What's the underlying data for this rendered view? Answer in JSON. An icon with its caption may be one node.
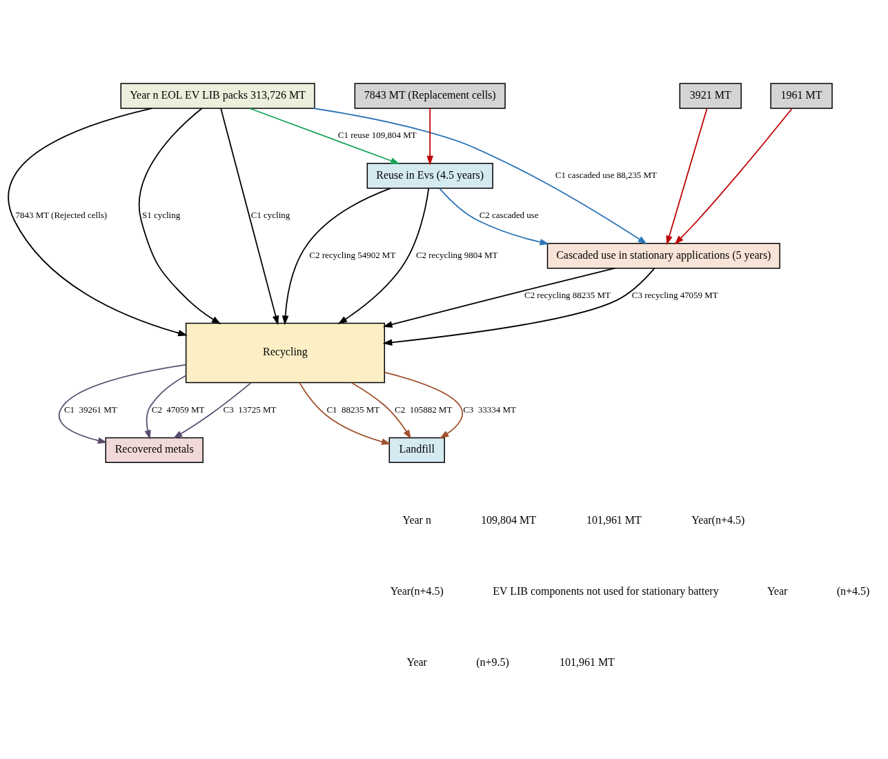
{
  "diagram": {
    "nodes": [
      {
        "text": [
          "Year n EOL EV LIB packs 313,726 MT"
        ]
      },
      {
        "text": [
          "7843 MT (Replacement cells)"
        ]
      },
      {
        "text": [
          "3921 MT"
        ]
      },
      {
        "text": [
          "1961 MT"
        ]
      },
      {
        "text": [
          "Reuse in Evs (4.5 years)"
        ]
      },
      {
        "text": [
          "Cascaded use in stationary applications (5 years)"
        ]
      },
      {
        "text": [
          "Recycling"
        ]
      },
      {
        "text": [
          "Recovered metals"
        ]
      },
      {
        "text": [
          "Landfill"
        ]
      }
    ],
    "edges": [
      {
        "from": 0,
        "to": 4,
        "arrow": "to",
        "label": "C1 reuse 109,804 MT",
        "color": "#1aa55a"
      },
      {
        "from": 1,
        "to": 4,
        "arrow": "to",
        "color": "#c00000"
      },
      {
        "from": 0,
        "to": 5,
        "arrow": "to",
        "label": "C1 cascaded use 88,235 MT",
        "color": "#2e75b6"
      },
      {
        "from": 2,
        "to": 5,
        "arrow": "to",
        "color": "#c00000"
      },
      {
        "from": 3,
        "to": 5,
        "arrow": "to",
        "color": "#c00000"
      },
      {
        "from": 4,
        "to": 5,
        "arrow": "to",
        "label": "C2 cascaded use",
        "color": "#2e75b6"
      },
      {
        "from": 4,
        "to": 6,
        "arrow": "to",
        "label": "C2 recycling 54902 MT"
      },
      {
        "from": 4,
        "to": 6,
        "arrow": "to",
        "label": "C2 recycling 9804 MT"
      },
      {
        "from": 5,
        "to": 6,
        "arrow": "to",
        "label": "C2 recycling 88235 MT"
      },
      {
        "from": 5,
        "to": 6,
        "arrow": "to",
        "label": "C3 recycling 47059 MT"
      },
      {
        "from": 0,
        "to": 6,
        "arrow": "to",
        "label": "7843 MT (Rejected cells)"
      },
      {
        "from": 0,
        "to": 6,
        "arrow": "to",
        "label": "S1 cycling"
      },
      {
        "from": 0,
        "to": 6,
        "arrow": "to",
        "label": "C1 cycling"
      },
      {
        "from": 6,
        "to": 7,
        "arrow": "to",
        "label": "C1  39261 MT",
        "color": "#5a4e6e"
      },
      {
        "from": 6,
        "to": 7,
        "arrow": "to",
        "label": "C2  47059 MT",
        "color": "#5a4e6e"
      },
      {
        "from": 6,
        "to": 7,
        "arrow": "to",
        "label": "C3  13725 MT",
        "color": "#5a4e6e"
      },
      {
        "from": 6,
        "to": 8,
        "arrow": "to",
        "label": "C1  88235 MT",
        "color": "#a0522d"
      },
      {
        "from": 6,
        "to": 8,
        "arrow": "to",
        "label": "C2  105882 MT",
        "color": "#a0522d"
      },
      {
        "from": 6,
        "to": 8,
        "arrow": "to",
        "label": "C3  33334 MT",
        "color": "#a0522d"
      }
    ],
    "labels": [
      "Year n",
      "109,804 MT",
      "101,961 MT",
      "Year(n+4.5)",
      "Year(n+4.5)",
      "EV LIB components not used for stationary battery",
      "Year",
      "(n+4.5)",
      "Year",
      "(n+9.5)",
      "101,961 MT"
    ]
  }
}
